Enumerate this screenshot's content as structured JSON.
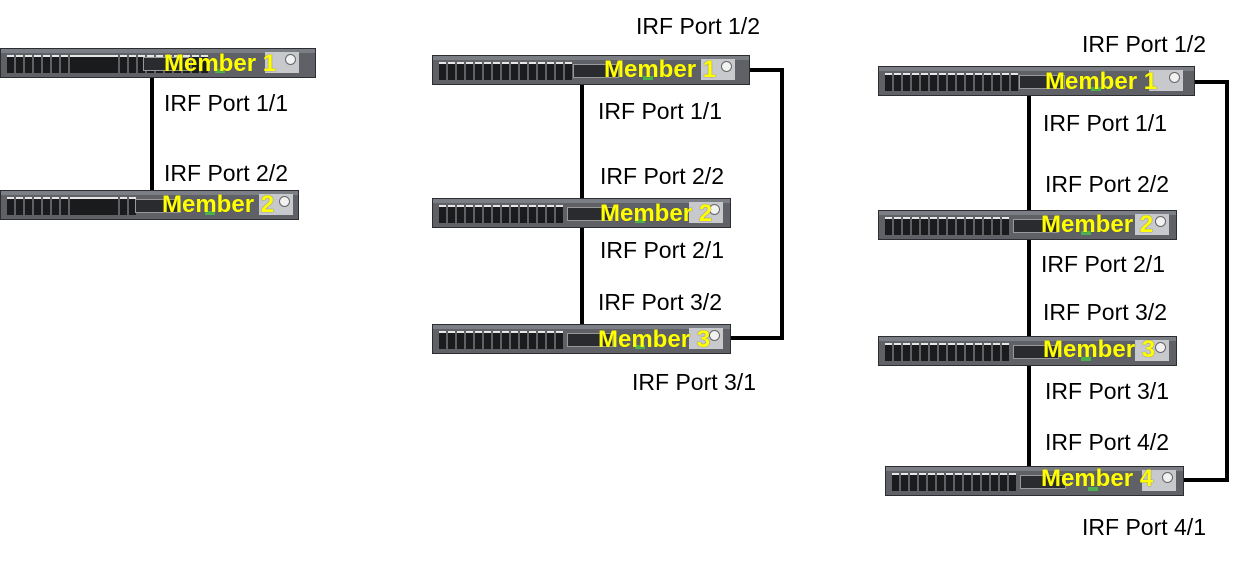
{
  "diagram": {
    "topology_2": {
      "members": [
        "Member 1",
        "Member 2"
      ],
      "ports": [
        "IRF Port 1/1",
        "IRF Port 2/2"
      ]
    },
    "topology_3": {
      "members": [
        "Member 1",
        "Member 2",
        "Member 3"
      ],
      "ports": [
        "IRF Port 1/2",
        "IRF Port 1/1",
        "IRF Port 2/2",
        "IRF Port 2/1",
        "IRF Port 3/2",
        "IRF Port 3/1"
      ]
    },
    "topology_4": {
      "members": [
        "Member 1",
        "Member 2",
        "Member 3",
        "Member 4"
      ],
      "ports": [
        "IRF Port 1/2",
        "IRF Port 1/1",
        "IRF Port 2/2",
        "IRF Port 2/1",
        "IRF Port 3/2",
        "IRF Port 3/1",
        "IRF Port 4/2",
        "IRF Port 4/1"
      ]
    },
    "colors": {
      "member_label": "#ffff00",
      "link": "#000000",
      "switch_body": "#5f6166"
    }
  }
}
